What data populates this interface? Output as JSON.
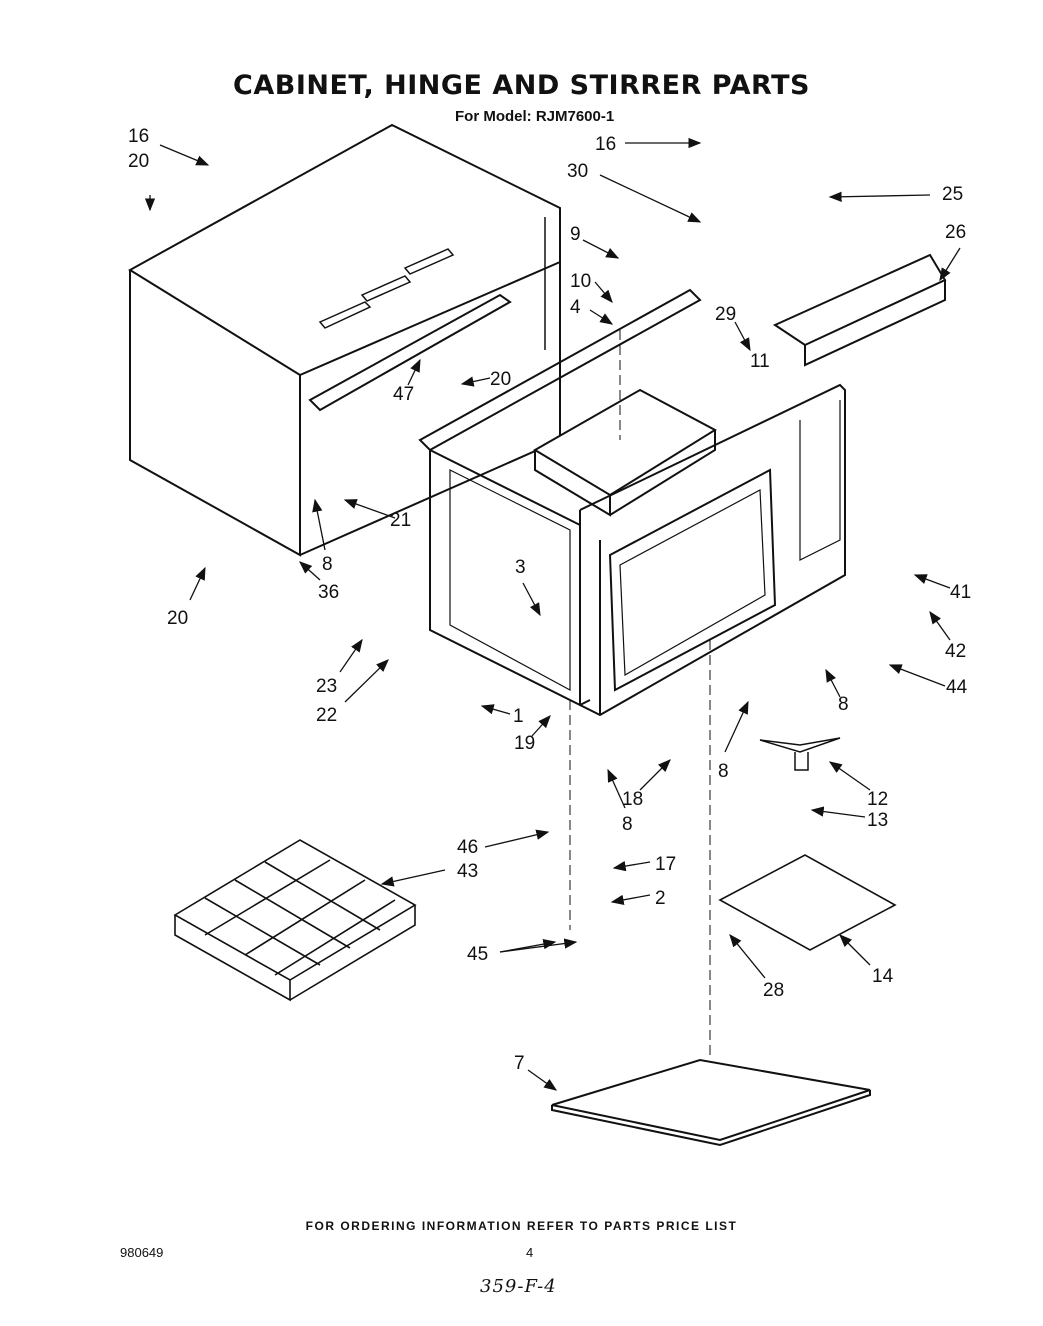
{
  "header": {
    "title": "CABINET, HINGE AND STIRRER PARTS",
    "model": "For Model: RJM7600-1"
  },
  "callouts": [
    "16",
    "20",
    "16",
    "30",
    "25",
    "9",
    "26",
    "10",
    "4",
    "29",
    "11",
    "20",
    "47",
    "21",
    "8",
    "36",
    "20",
    "3",
    "41",
    "42",
    "23",
    "22",
    "44",
    "1",
    "19",
    "8",
    "8",
    "18",
    "8",
    "12",
    "13",
    "46",
    "17",
    "43",
    "2",
    "45",
    "28",
    "14",
    "7"
  ],
  "footer": {
    "ordering_note": "FOR ORDERING INFORMATION REFER TO PARTS PRICE LIST",
    "doc_number": "980649",
    "page_number": "4",
    "handwritten": "359-F-4"
  }
}
